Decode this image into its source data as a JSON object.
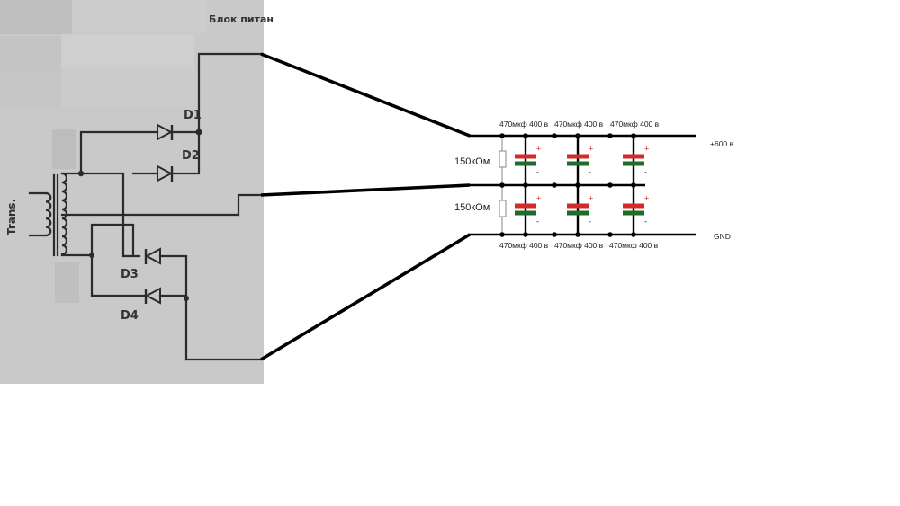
{
  "photo_schematic": {
    "title_fragment": "Блок питан",
    "transformer_label": "Trans.",
    "diodes": [
      {
        "id": "D1",
        "label": "D1"
      },
      {
        "id": "D2",
        "label": "D2"
      },
      {
        "id": "D3",
        "label": "D3"
      },
      {
        "id": "D4",
        "label": "D4"
      }
    ]
  },
  "capacitor_bank": {
    "resistors": [
      {
        "label": "150кОм"
      },
      {
        "label": "150кОм"
      }
    ],
    "top_capacitor_labels": [
      "470мкф 400 в",
      "470мкф 400 в",
      "470мкф 400 в"
    ],
    "bottom_capacitor_labels": [
      "470мкф 400 в",
      "470мкф 400 в",
      "470мкф 400 в"
    ],
    "polarity": {
      "plus": "+",
      "minus": "-"
    },
    "output_labels": {
      "positive": "+600 в",
      "ground": "GND"
    },
    "colors": {
      "cap_plus": "#d42a2a",
      "cap_minus": "#1e6b2a"
    }
  }
}
